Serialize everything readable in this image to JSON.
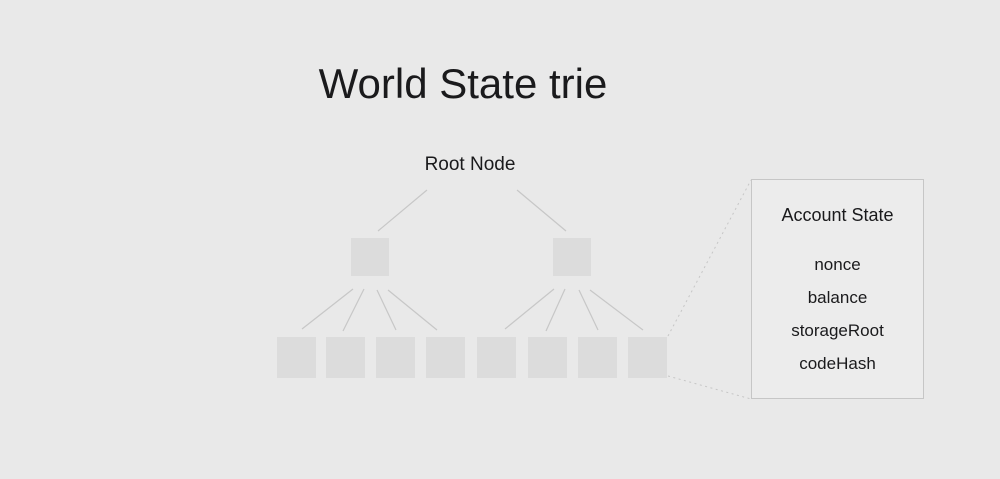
{
  "title": "World State trie",
  "tree": {
    "root_label": "Root Node",
    "branch_node_count": 2,
    "leaf_node_count": 8
  },
  "panel": {
    "title": "Account State",
    "fields": [
      "nonce",
      "balance",
      "storageRoot",
      "codeHash"
    ]
  },
  "colors": {
    "background": "#e9e9e9",
    "node_fill": "#dcdcdc",
    "edge_line": "#c7c7c7",
    "dotted_line": "#c6c6c6",
    "panel_border": "#c6c6c6",
    "text": "#1a1a1c"
  }
}
